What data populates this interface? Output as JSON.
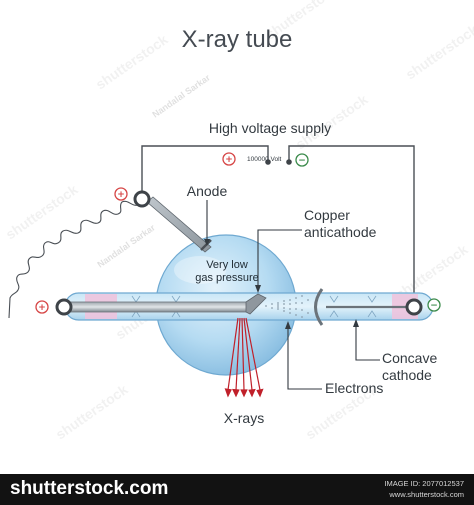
{
  "title": "X-ray tube",
  "labels": {
    "high_voltage": "High voltage supply",
    "voltage_value": "100000 Volt",
    "anode": "Anode",
    "gas_line1": "Very low",
    "gas_line2": "gas pressure",
    "copper_line1": "Copper",
    "copper_line2": "anticathode",
    "concave_line1": "Concave",
    "concave_line2": "cathode",
    "electrons": "Electrons",
    "xrays": "X-rays"
  },
  "terminals": {
    "plus": "+",
    "minus": "−"
  },
  "watermark": {
    "brand": "shutterstock",
    "artist": "Nandalal Sarkar"
  },
  "footer": {
    "logo": "shutterstock.com",
    "credit_line1": "IMAGE ID: 2077012537",
    "credit_line2": "www.shutterstock.com"
  },
  "colors": {
    "title": "#454b52",
    "text": "#333a40",
    "bulb": "#a9d4ee",
    "pink_band": "#f0c2dc",
    "plus": "#d64545",
    "minus": "#3a8a4a",
    "xrays": "#c0202a",
    "footer_bg": "#121212"
  }
}
